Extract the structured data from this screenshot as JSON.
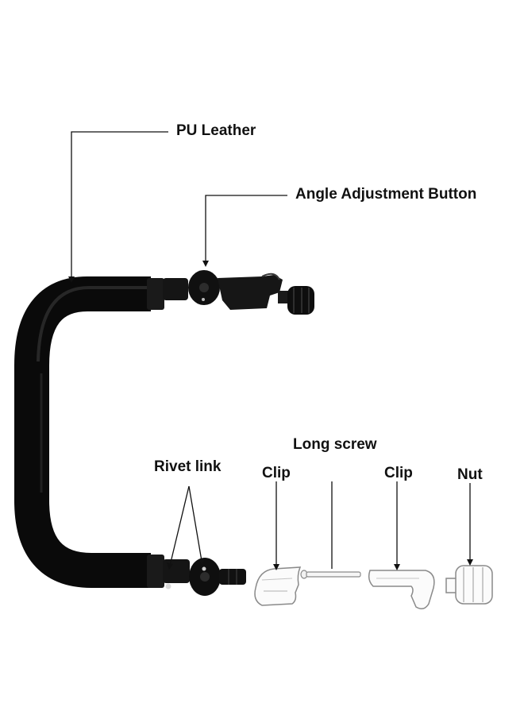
{
  "labels": {
    "pu_leather": "PU Leather",
    "angle_button": "Angle Adjustment Button",
    "long_screw": "Long screw",
    "rivet_link": "Rivet link",
    "clip_left": "Clip",
    "clip_right": "Clip",
    "nut": "Nut"
  },
  "colors": {
    "background": "#ffffff",
    "bar": "#141414",
    "leader_line": "#111111",
    "part_outline": "#8a8a8a"
  }
}
